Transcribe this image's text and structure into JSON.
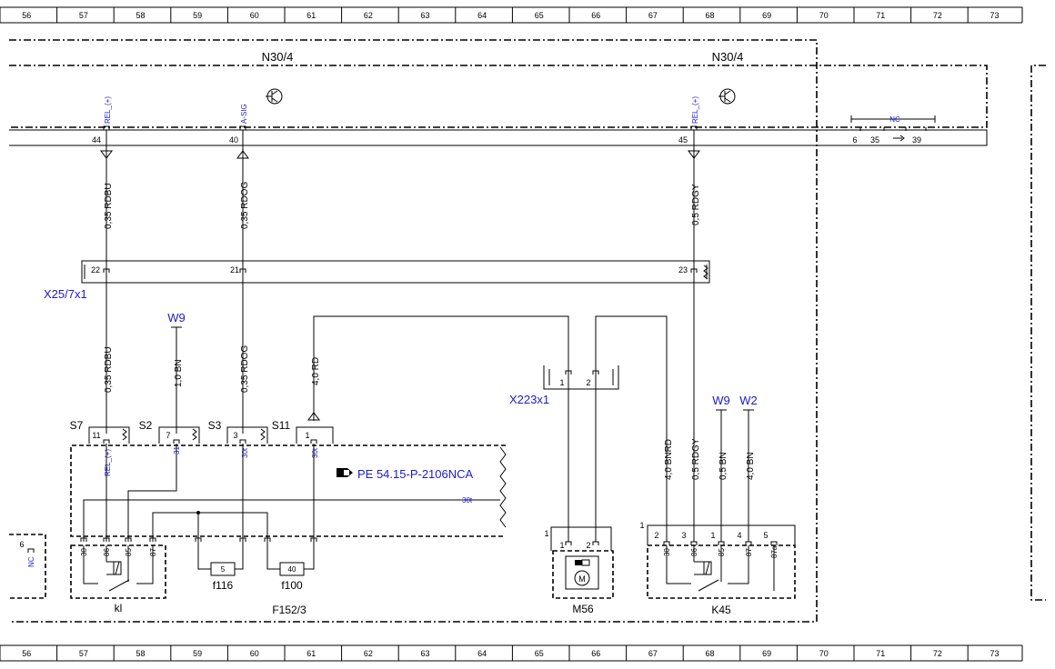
{
  "grid": {
    "columns": [
      "56",
      "57",
      "58",
      "59",
      "60",
      "61",
      "62",
      "63",
      "64",
      "65",
      "66",
      "67",
      "68",
      "69",
      "70",
      "71",
      "72",
      "73"
    ]
  },
  "modules": {
    "ecu_left": "N30/4",
    "ecu_right": "N30/4",
    "fuse_box": "F152/3",
    "relay_kl": "kl",
    "motor": "M56",
    "relay_k45": "K45"
  },
  "connectors": {
    "x25": "X25/7x1",
    "x223": "X223x1"
  },
  "ecu_pins": {
    "p44": "44",
    "p40": "40",
    "p45": "45",
    "p6": "6",
    "p35": "35",
    "p39": "39",
    "sig44": "REL_(+)",
    "sig40": "A-SIG",
    "sig45": "REL_(+)",
    "nc": "NC"
  },
  "wires": {
    "w1": "0,35 RDBU",
    "w2": "0,35 RDOG",
    "w3": "0,5 RDGY",
    "w4": "0,35 RDBU",
    "w5": "1,0 BN",
    "w6": "0,35 RDOG",
    "w7": "4,0 RD",
    "w8": "4,0 BNRD",
    "w9": "0,5 RDGY",
    "w10": "0,5 BN",
    "w11": "4,0 BN"
  },
  "x25_pins": {
    "p22": "22",
    "p21": "21",
    "p23": "23"
  },
  "x223_pins": {
    "p1": "1",
    "p2": "2"
  },
  "grounds": {
    "g1": "W9",
    "g2": "W9",
    "g3": "W2"
  },
  "fuse_inputs": {
    "s7": "S7",
    "s2": "S2",
    "s3": "S3",
    "s11": "S11",
    "n11": "11",
    "n7": "7",
    "n3": "3",
    "n1": "1",
    "sig_rel": "REL_(+)",
    "sig31": "31",
    "sig30t_a": "30t",
    "sig30t_b": "30t",
    "sig30t_c": "30t"
  },
  "reference": "PE 54.15-P-2106NCA",
  "relay_kl_pins": {
    "p30": "30",
    "p86": "86",
    "p85": "85",
    "p87": "87"
  },
  "fuses": {
    "f116": "f116",
    "f116_val": "5",
    "f100": "f100",
    "f100_val": "40"
  },
  "motor_pins": {
    "p1": "1",
    "p2": "2",
    "pin1_outer": "1"
  },
  "k45_pins": {
    "outer1": "1",
    "a2": "2",
    "a3": "3",
    "a1": "1",
    "a4": "4",
    "a5": "5",
    "p30": "30",
    "p86": "86",
    "p85": "85",
    "p87": "87",
    "p87a": "87a"
  },
  "left_stub": {
    "pin": "6",
    "nc": "NC"
  }
}
